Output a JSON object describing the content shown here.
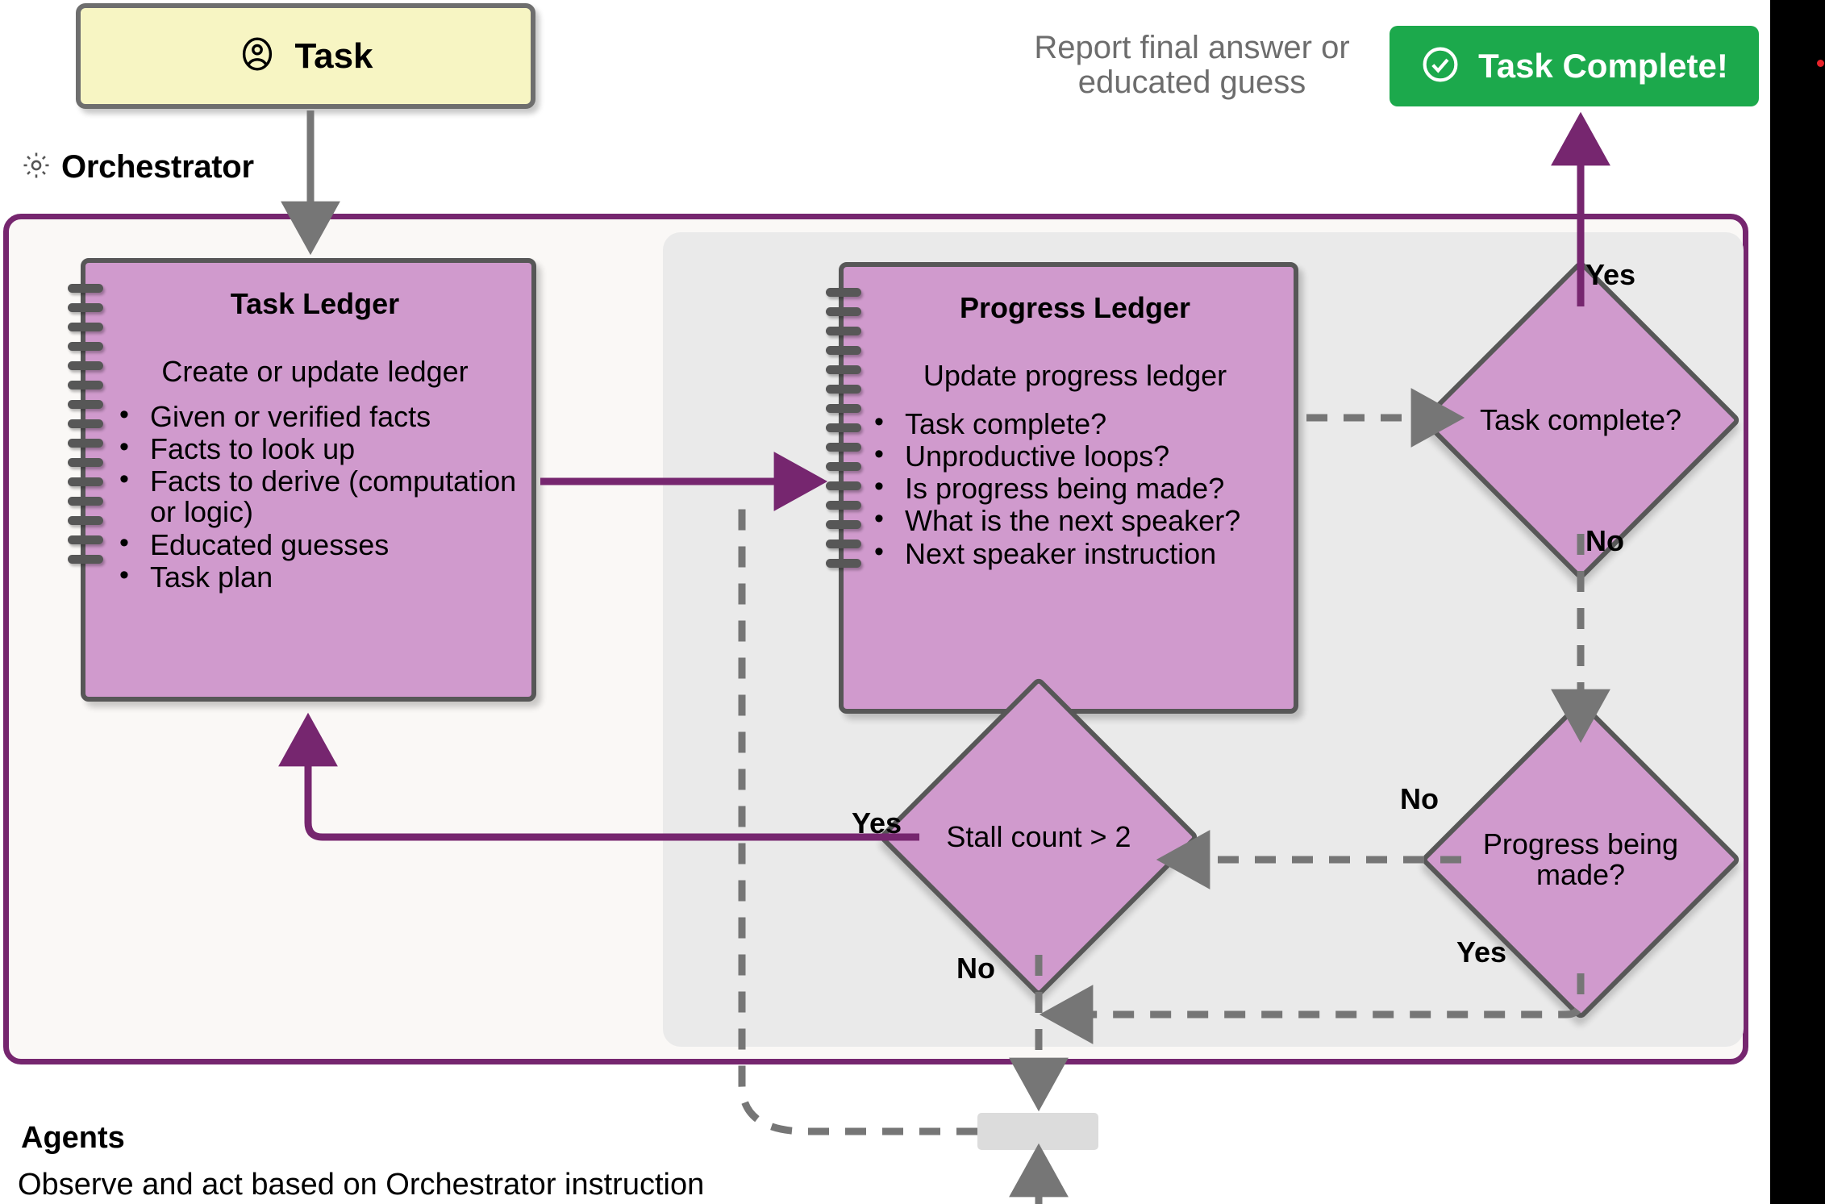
{
  "diagram": {
    "title": "Magentic-One Orchestrator flow",
    "colors": {
      "ledger_fill": "#D09ACD",
      "ledger_stroke": "#575757",
      "orchestrator_border": "#76266f",
      "orchestrator_bg": "#FAF8F6",
      "progress_panel_bg": "#EAEAEA",
      "task_card_fill": "#F7F5C3",
      "success_green": "#1CA94C",
      "arrow_purple": "#76266f",
      "arrow_gray": "#767676",
      "note_gray": "#6d6d6d",
      "agent_box_fill": "#DCDCDC",
      "red_dot": "#e8232a"
    }
  },
  "task_card": {
    "icon": "user-circle-icon",
    "label": "Task"
  },
  "orchestrator": {
    "icon": "gear-icon",
    "label": "Orchestrator"
  },
  "task_ledger": {
    "title": "Task Ledger",
    "subtitle": "Create or update ledger",
    "items": [
      "Given or verified facts",
      "Facts to look up",
      "Facts to derive (computation or logic)",
      "Educated guesses",
      "Task plan"
    ]
  },
  "progress_ledger": {
    "title": "Progress Ledger",
    "subtitle": "Update progress ledger",
    "items": [
      "Task complete?",
      "Unproductive loops?",
      "Is progress being made?",
      "What is the next speaker?",
      "Next speaker instruction"
    ]
  },
  "decisions": {
    "task_complete": "Task complete?",
    "progress_made": "Progress being made?",
    "stall_count": "Stall count > 2"
  },
  "edge_labels": {
    "task_complete_yes": "Yes",
    "task_complete_no": "No",
    "progress_made_no": "No",
    "progress_made_yes": "Yes",
    "stall_yes": "Yes",
    "stall_no": "No"
  },
  "completion": {
    "note": "Report final answer or educated guess",
    "button_icon": "check-circle-icon",
    "button_label": "Task Complete!"
  },
  "agents": {
    "title": "Agents",
    "description": "Observe and act based on Orchestrator instruction"
  }
}
